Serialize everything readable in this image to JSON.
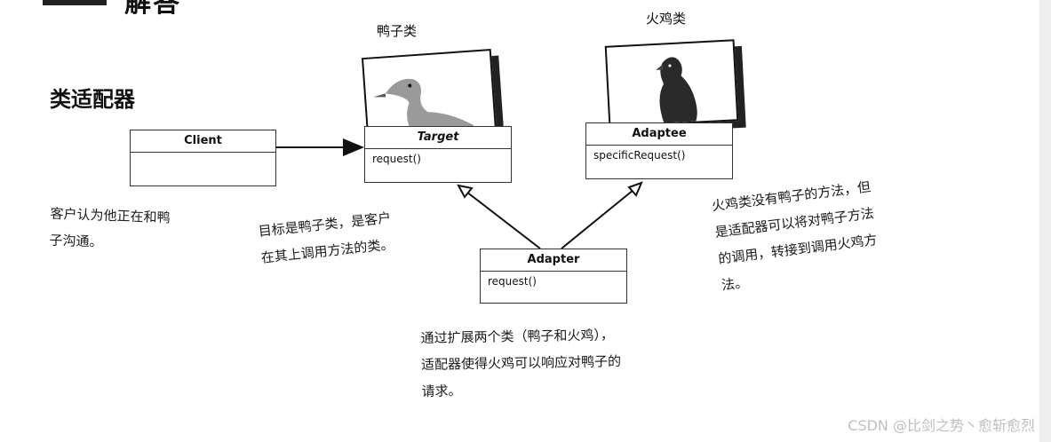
{
  "header": {
    "title": "解答"
  },
  "section": {
    "title": "类适配器"
  },
  "captions": {
    "duck_class": "鸭子类",
    "turkey_class": "火鸡类"
  },
  "classes": {
    "client": {
      "name": "Client"
    },
    "target": {
      "name": "Target",
      "method": "request()"
    },
    "adaptee": {
      "name": "Adaptee",
      "method": "specificRequest()"
    },
    "adapter": {
      "name": "Adapter",
      "method": "request()"
    }
  },
  "notes": {
    "client_note": [
      "客户认为他正在和鸭",
      "子沟通。"
    ],
    "target_note": [
      "目标是鸭子类，是客户",
      "在其上调用方法的类。"
    ],
    "adaptee_note": [
      "火鸡类没有鸭子的方法，但",
      "是适配器可以将对鸭子方法",
      "的调用，转接到调用火鸡方",
      "法。"
    ],
    "adapter_note": [
      "通过扩展两个类（鸭子和火鸡），",
      "适配器使得火鸡可以响应对鸭子的",
      "请求。"
    ]
  },
  "watermark": "CSDN @比剑之势丶愈斩愈烈",
  "colors": {
    "line": "#333333",
    "background": "#ffffff",
    "watermark": "#bfbfbf"
  }
}
